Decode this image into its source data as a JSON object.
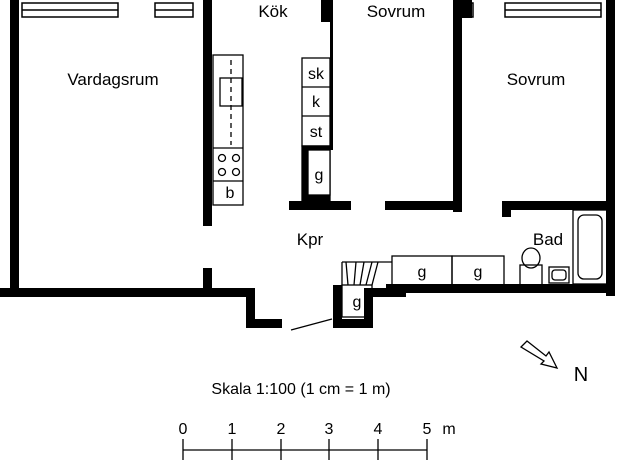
{
  "rooms": {
    "vardagsrum": "Vardagsrum",
    "kok": "Kök",
    "sovrum_1": "Sovrum",
    "sovrum_2": "Sovrum",
    "kpr": "Kpr",
    "bad": "Bad"
  },
  "fixtures": {
    "sk": "sk",
    "k": "k",
    "st": "st",
    "g_kitchen": "g",
    "b": "b",
    "g_hall_1": "g",
    "g_hall_2": "g",
    "g_hall_3": "g"
  },
  "compass": {
    "label": "N"
  },
  "scale": {
    "title": "Skala 1:100 (1 cm = 1 m)",
    "ticks": [
      "0",
      "1",
      "2",
      "3",
      "4",
      "5"
    ],
    "unit": "m"
  }
}
